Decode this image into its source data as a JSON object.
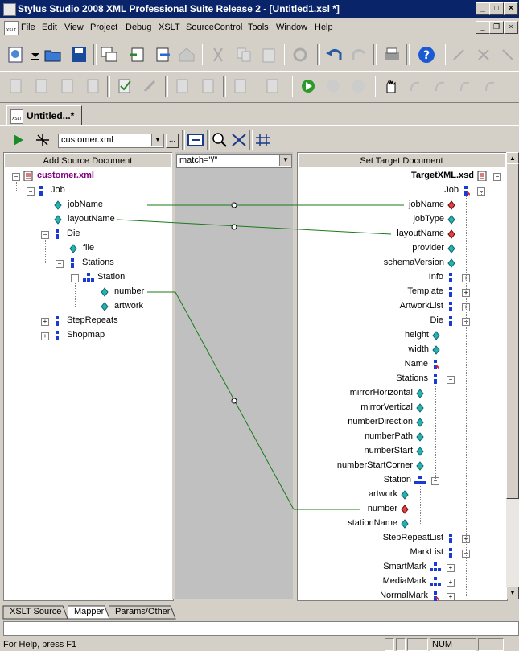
{
  "window": {
    "title": "Stylus Studio 2008 XML Professional Suite Release 2 - [Untitled1.xsl *]",
    "app_icon": "stylus-studio-icon"
  },
  "menubar": {
    "xslt_icon_label": "XSLT",
    "items": [
      "File",
      "Edit",
      "View",
      "Project",
      "Debug",
      "XSLT",
      "SourceControl",
      "Tools",
      "Window",
      "Help"
    ]
  },
  "document_tab": {
    "label": "Untitled...*",
    "icon_label": "XSLT"
  },
  "mapper_toolbar": {
    "source_file": "customer.xml",
    "browse_label": "..."
  },
  "left_panel": {
    "header": "Add Source Document",
    "nodes": [
      "customer.xml",
      "Job",
      "jobName",
      "layoutName",
      "Die",
      "file",
      "Stations",
      "Station",
      "number",
      "artwork",
      "StepRepeats",
      "Shopmap"
    ]
  },
  "middle": {
    "match": "match=\"/\""
  },
  "right_panel": {
    "header": "Set Target Document",
    "nodes": [
      "TargetXML.xsd",
      "Job",
      "jobName",
      "jobType",
      "layoutName",
      "provider",
      "schemaVersion",
      "Info",
      "Template",
      "ArtworkList",
      "Die",
      "height",
      "width",
      "Name",
      "Stations",
      "mirrorHorizontal",
      "mirrorVertical",
      "numberDirection",
      "numberPath",
      "numberStart",
      "numberStartCorner",
      "Station",
      "artwork",
      "number",
      "stationName",
      "StepRepeatList",
      "MarkList",
      "SmartMark",
      "MediaMark",
      "NormalMark"
    ]
  },
  "bottom_tabs": [
    "XSLT Source",
    "Mapper",
    "Params/Other"
  ],
  "status": {
    "text": "For Help, press F1",
    "num": "NUM"
  },
  "colors": {
    "title_bg": "#0a246a",
    "link_line": "#1a7a1a",
    "root_text": "#800080"
  }
}
